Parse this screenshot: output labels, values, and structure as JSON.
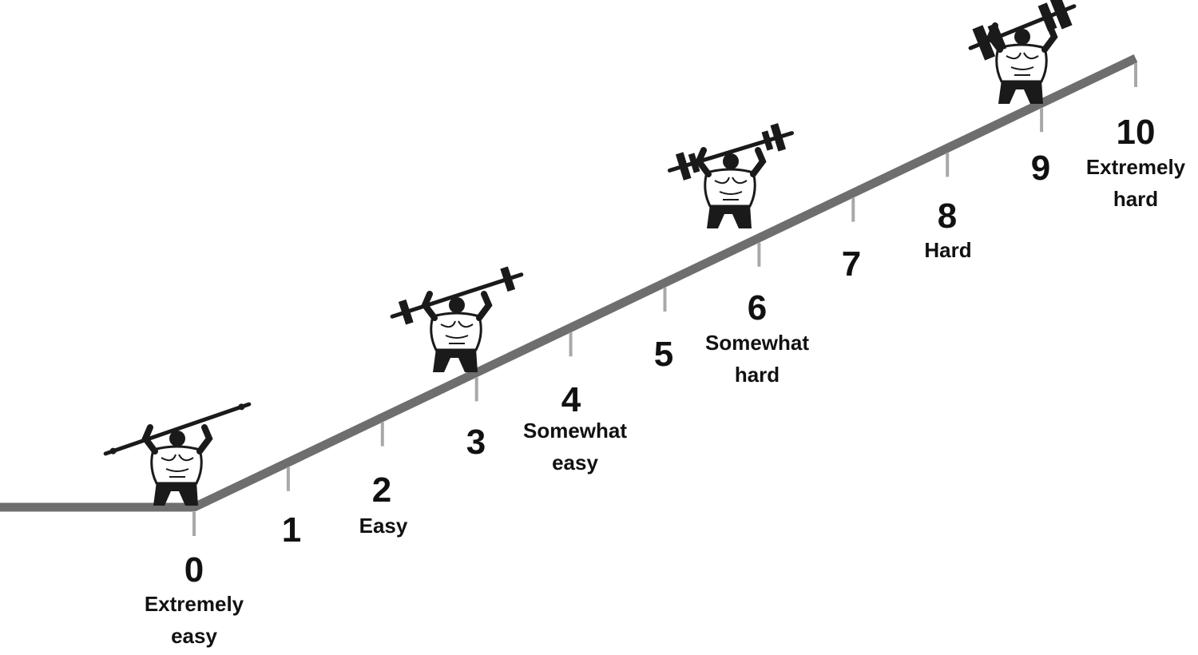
{
  "scale": {
    "points": [
      {
        "value": "0",
        "descriptor": [
          "Extremely",
          "easy"
        ]
      },
      {
        "value": "1",
        "descriptor": []
      },
      {
        "value": "2",
        "descriptor": [
          "Easy"
        ]
      },
      {
        "value": "3",
        "descriptor": []
      },
      {
        "value": "4",
        "descriptor": [
          "Somewhat",
          "easy"
        ]
      },
      {
        "value": "5",
        "descriptor": []
      },
      {
        "value": "6",
        "descriptor": [
          "Somewhat",
          "hard"
        ]
      },
      {
        "value": "7",
        "descriptor": []
      },
      {
        "value": "8",
        "descriptor": [
          "Hard"
        ]
      },
      {
        "value": "9",
        "descriptor": []
      },
      {
        "value": "10",
        "descriptor": [
          "Extremely",
          "hard"
        ]
      }
    ],
    "lifters": [
      {
        "at": "0",
        "load": "light"
      },
      {
        "at": "3",
        "load": "moderate"
      },
      {
        "at": "6",
        "load": "heavy"
      },
      {
        "at": "9",
        "load": "maximal"
      }
    ]
  },
  "colors": {
    "ramp": "#6e6e6e",
    "tick": "#a8a8a8",
    "text": "#111111",
    "figure": "#1a1a1a"
  }
}
